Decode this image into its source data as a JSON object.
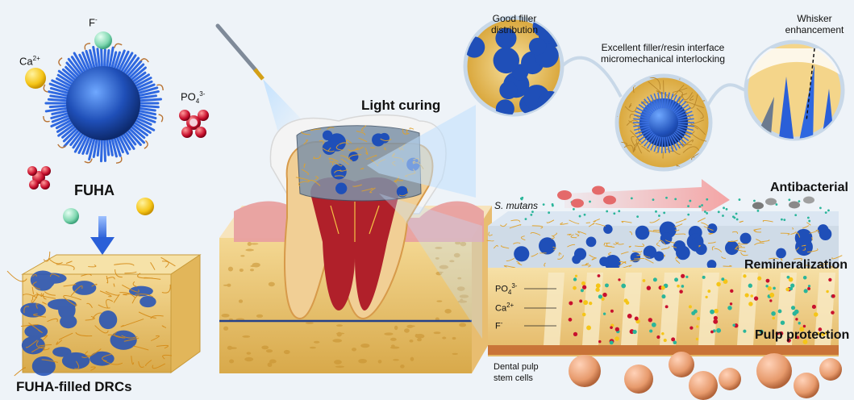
{
  "labels": {
    "fluoride": "F",
    "fluoride_charge": "-",
    "calcium": "Ca",
    "calcium_charge": "2+",
    "phosphate": "PO",
    "phosphate_sub": "4",
    "phosphate_charge": "3-",
    "fuha": "FUHA",
    "fuha_filled": "FUHA-filled DRCs",
    "light_curing": "Light curing",
    "good_filler": "Good filler\ndistribution",
    "excellent_interface": "Excellent filler/resin interface\nmicromechanical interlocking",
    "whisker": "Whisker\nenhancement",
    "antibacterial": "Antibacterial",
    "s_mutans": "S. mutans",
    "remineralization": "Remineralization",
    "pulp_protection": "Pulp protection",
    "dental_pulp": "Dental pulp\nstem cells"
  },
  "colors": {
    "background": "#eef3f8",
    "fuha_blue": "#1f4fb8",
    "fiber_gold": "#e0a22a",
    "calcium_yellow": "#f5c518",
    "fluoride_green": "#7fd7b0",
    "phosphate_red": "#c8102e",
    "gum_pink": "#e8a0a0",
    "bone_beige": "#f2d9a8",
    "pulp_red": "#b0202a",
    "arrow_blue": "#2a5fd8",
    "arrow_pink": "#f4a0a0",
    "cell_orange": "#e79a6c"
  }
}
